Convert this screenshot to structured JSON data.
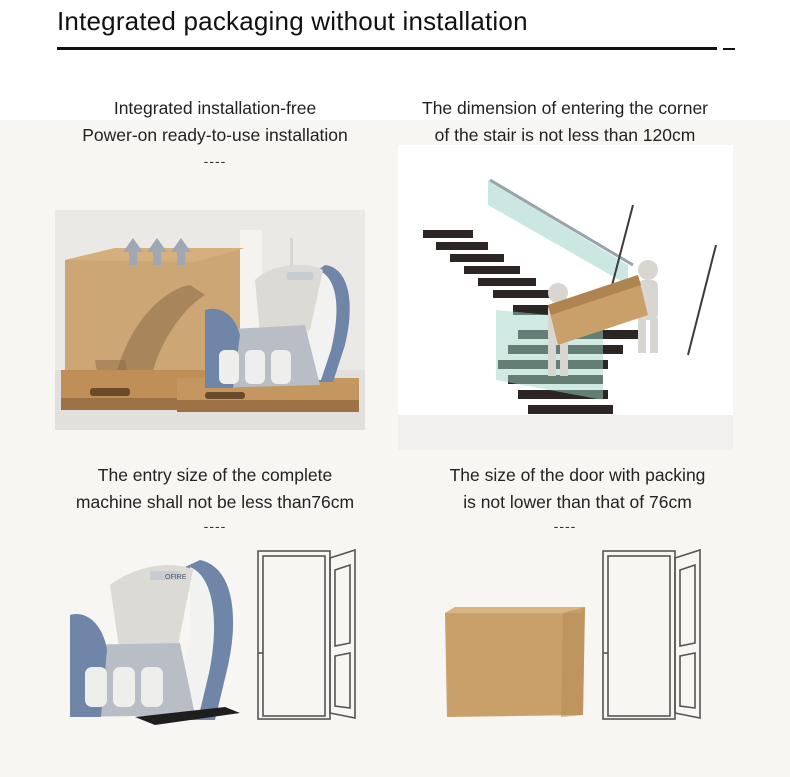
{
  "header": {
    "title": "Integrated packaging without installation"
  },
  "panels": [
    {
      "caption_line1": "Integrated installation-free",
      "caption_line2": "Power-on ready-to-use installation",
      "divider": "----"
    },
    {
      "caption_line1": "The dimension of entering the corner",
      "caption_line2": "of the stair is not less than 120cm",
      "divider": "----"
    },
    {
      "caption_line1": "The entry size of the complete",
      "caption_line2": "machine shall not be less than76cm",
      "divider": "----"
    },
    {
      "caption_line1": "The size of the door with packing",
      "caption_line2": "is not lower than that of 76cm",
      "divider": "----"
    }
  ],
  "product": {
    "brand_badge": "OFIRE"
  },
  "colors": {
    "cardboard": "#c9a06a",
    "chair_blue": "#6f86a8",
    "chair_white": "#f2f2f0",
    "glass": "#9fd6c8",
    "stair_dark": "#2b2623"
  },
  "icons": [
    "up-arrows-icon",
    "door-outline-icon"
  ]
}
